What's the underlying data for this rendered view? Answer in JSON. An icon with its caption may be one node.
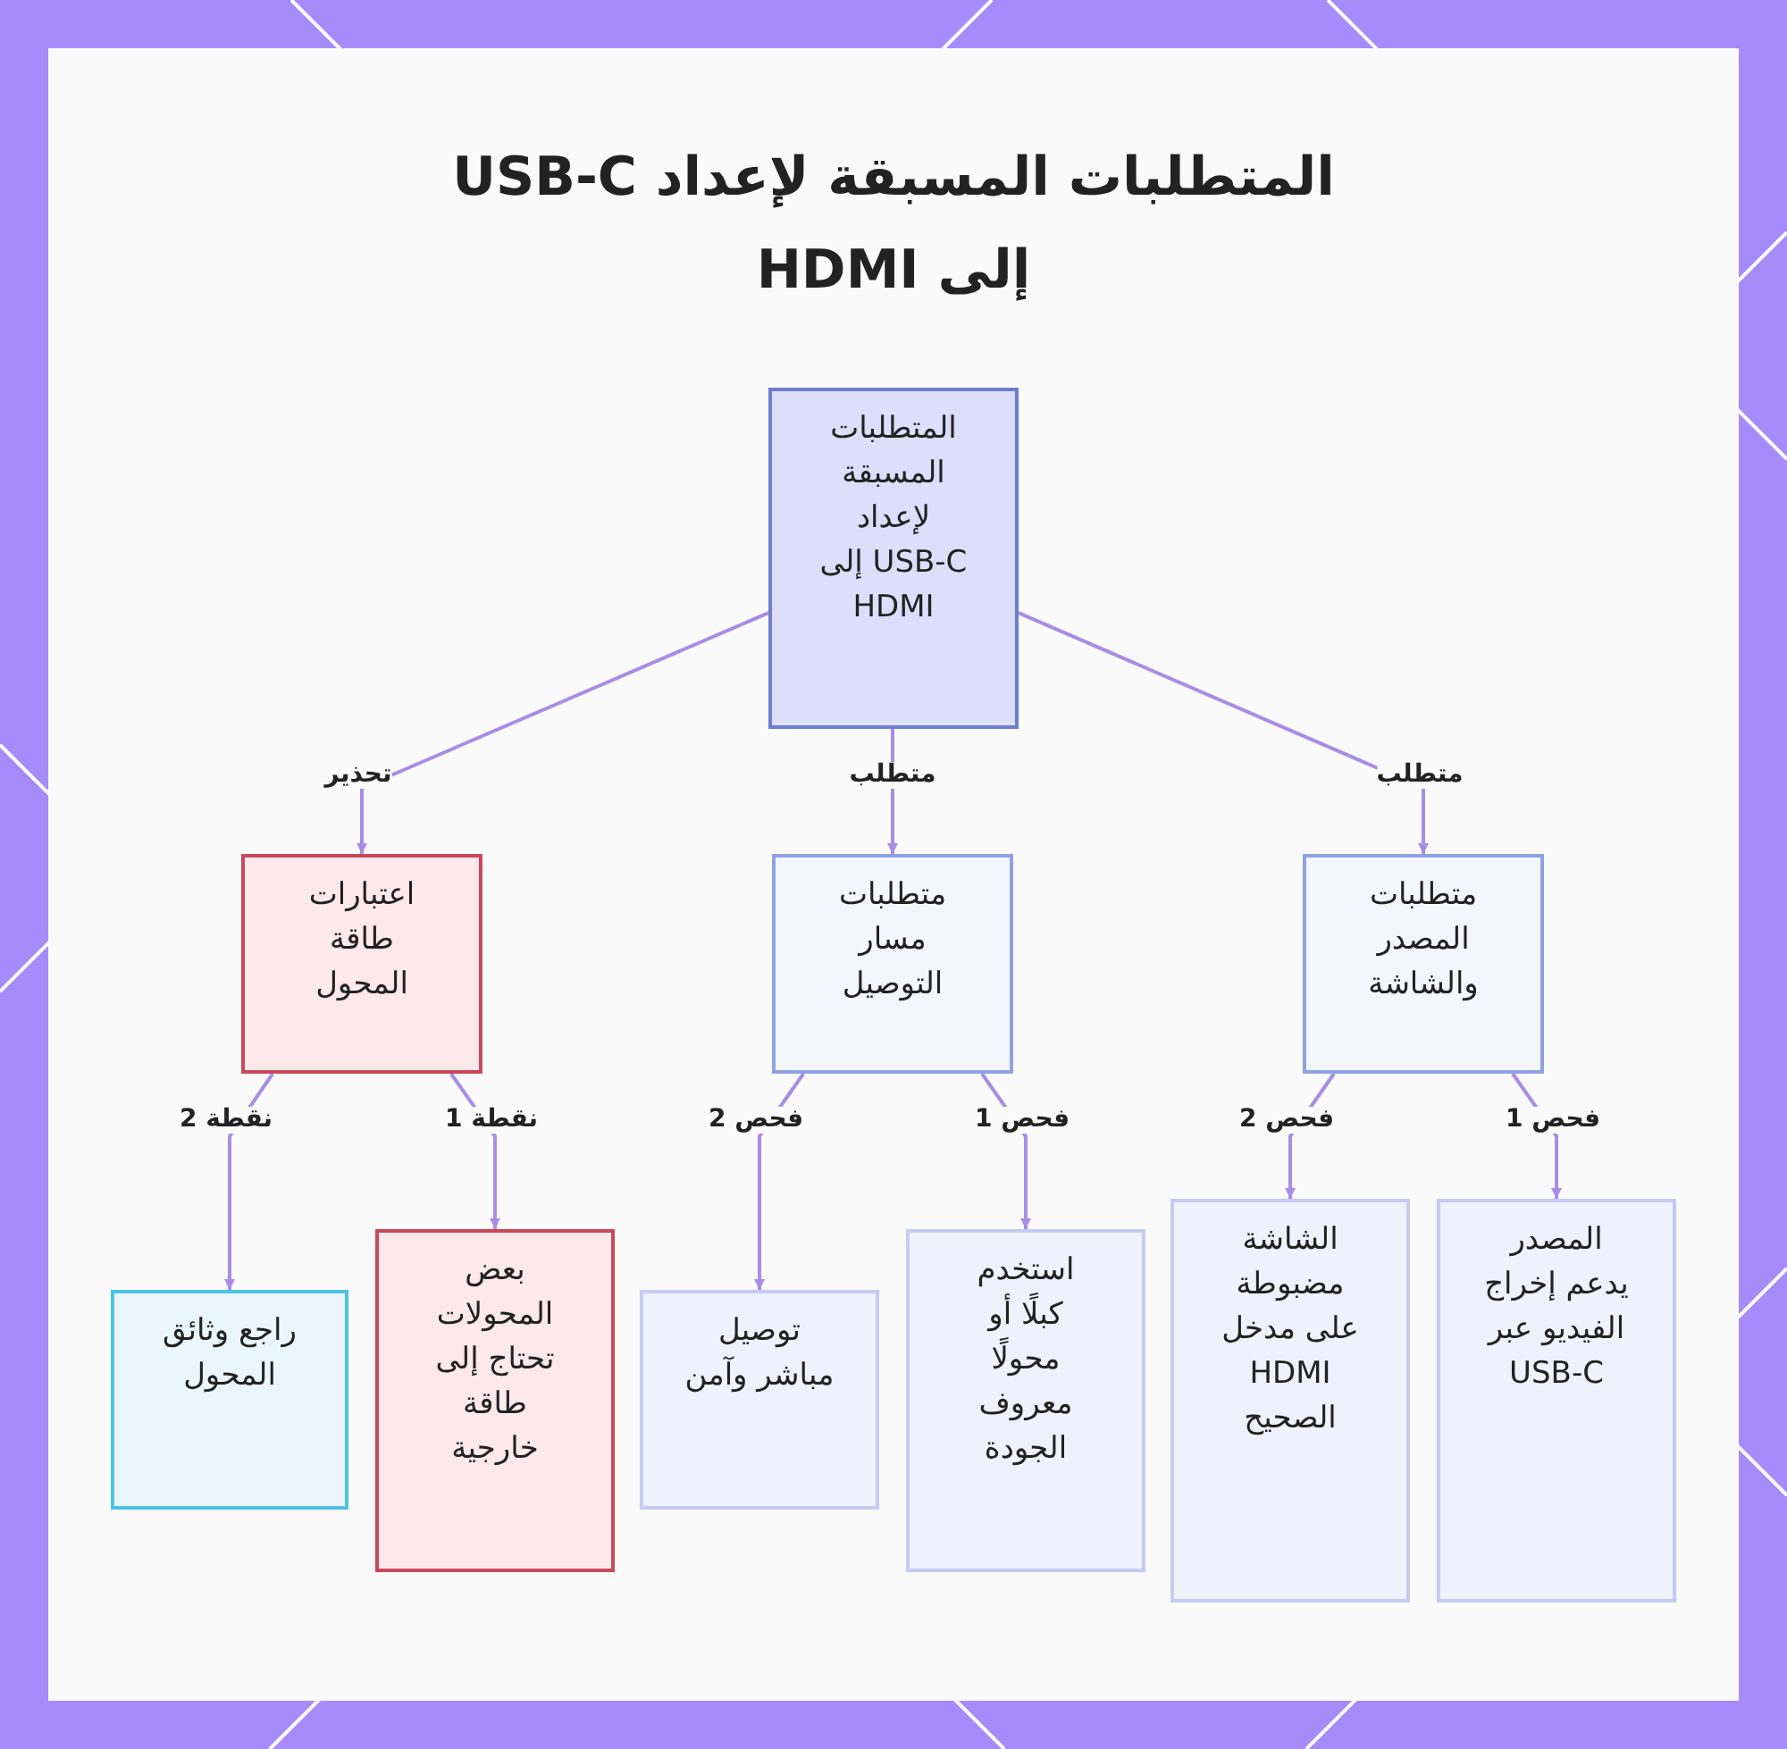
{
  "diagram": {
    "title": "المتطلبات المسبقة لإعداد USB-C إلى HDMI",
    "nodes": [
      {
        "text": [
          "المتطلبات المسبقة لإعداد USB-C إلى HDMI"
        ]
      },
      {
        "text": [
          "متطلبات المصدر والشاشة"
        ]
      },
      {
        "text": [
          "متطلبات مسار التوصيل"
        ]
      },
      {
        "text": [
          "اعتبارات طاقة المحول"
        ]
      },
      {
        "text": [
          "المصدر يدعم إخراج الفيديو عبر USB-C"
        ]
      },
      {
        "text": [
          "الشاشة مضبوطة على مدخل HDMI الصحيح"
        ]
      },
      {
        "text": [
          "استخدم كبلًا أو محولًا معروف الجودة"
        ]
      },
      {
        "text": [
          "توصيل مباشر وآمن"
        ]
      },
      {
        "text": [
          "بعض المحولات تحتاج إلى طاقة خارجية"
        ]
      },
      {
        "text": [
          "راجع وثائق المحول"
        ]
      }
    ],
    "edges": [
      {
        "from": 0,
        "to": 1,
        "arrow": "to",
        "label": "متطلب"
      },
      {
        "from": 0,
        "to": 2,
        "arrow": "to",
        "label": "متطلب"
      },
      {
        "from": 0,
        "to": 3,
        "arrow": "to",
        "label": "تحذير"
      },
      {
        "from": 1,
        "to": 4,
        "arrow": "to",
        "label": "فحص 1"
      },
      {
        "from": 1,
        "to": 5,
        "arrow": "to",
        "label": "فحص 2"
      },
      {
        "from": 2,
        "to": 6,
        "arrow": "to",
        "label": "فحص 1"
      },
      {
        "from": 2,
        "to": 7,
        "arrow": "to",
        "label": "فحص 2"
      },
      {
        "from": 3,
        "to": 8,
        "arrow": "to",
        "label": "نقطة 1"
      },
      {
        "from": 3,
        "to": 9,
        "arrow": "to",
        "label": "نقطة 2"
      }
    ]
  }
}
